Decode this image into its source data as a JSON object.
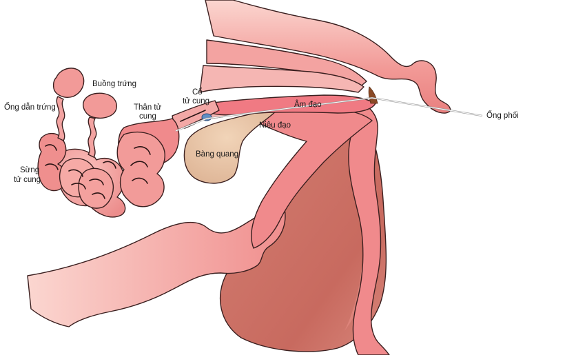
{
  "labels": {
    "ovary": "Buồng trứng",
    "oviduct": "Ống dẫn trứng",
    "uterine_horn_1": "Sừng",
    "uterine_horn_2": "tử cung",
    "uterine_body_1": "Thân tử",
    "uterine_body_2": "cung",
    "cervix_1": "Cổ",
    "cervix_2": "tử cung",
    "vagina": "Âm đạo",
    "urethra": "Niệu đạo",
    "bladder": "Bàng quang",
    "insemination_tube": "Ống phối"
  },
  "colors": {
    "tissue_pink": "#f08a8c",
    "tissue_light": "#f6b1b0",
    "tissue_pale": "#fbd2cd",
    "muscle_dark": "#c8675f",
    "bladder": "#e7c2a4",
    "cervix_ring": "#5f8fc4",
    "cervix_brown": "#8a4a26"
  }
}
